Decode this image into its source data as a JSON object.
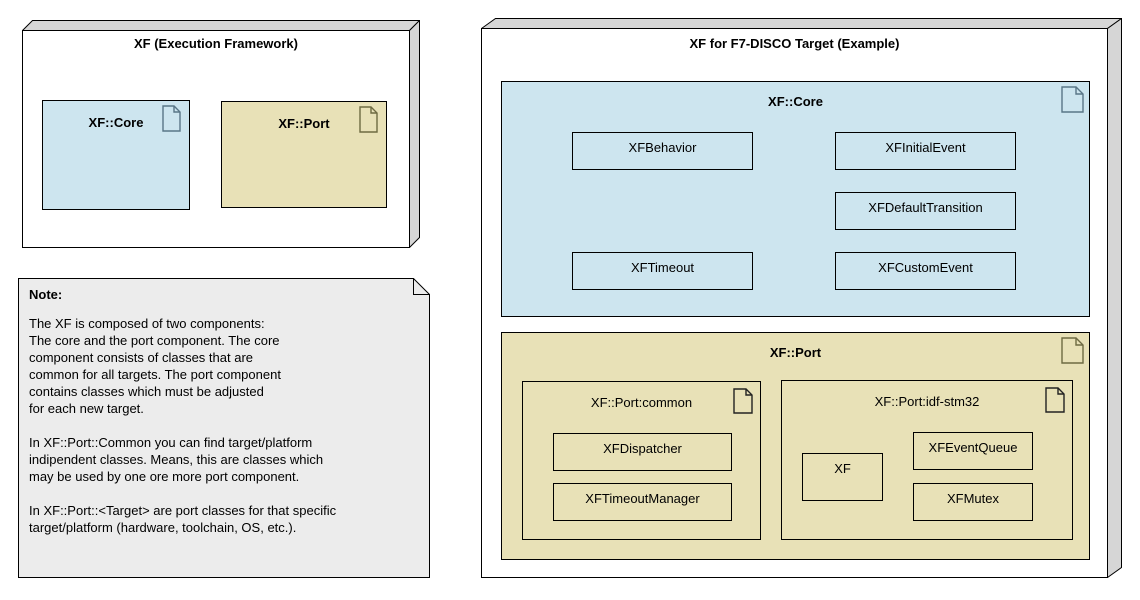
{
  "diagram": {
    "left_node": {
      "title": "XF (Execution Framework)",
      "components": [
        {
          "label": "XF::Core"
        },
        {
          "label": "XF::Port"
        }
      ]
    },
    "note": {
      "heading": "Note:",
      "body": "The XF is composed of two components:\nThe core and the port component. The core\ncomponent consists of classes that are\ncommon for all targets. The port component\ncontains classes which must be adjusted\nfor each new target.\n\nIn XF::Port::Common you can find target/platform\nindipendent classes. Means, this are classes which\nmay be used by one ore more port component.\n\nIn XF::Port::<Target> are port classes for that specific\ntarget/platform (hardware, toolchain, OS, etc.)."
    },
    "right_node": {
      "title": "XF for F7-DISCO Target (Example)",
      "core_package": {
        "title": "XF::Core",
        "classes": [
          "XFBehavior",
          "XFInitialEvent",
          "XFDefaultTransition",
          "XFTimeout",
          "XFCustomEvent"
        ]
      },
      "port_package": {
        "title": "XF::Port",
        "subpackages": [
          {
            "title": "XF::Port:common",
            "classes": [
              "XFDispatcher",
              "XFTimeoutManager"
            ]
          },
          {
            "title": "XF::Port:idf-stm32",
            "classes": [
              "XF",
              "XFEventQueue",
              "XFMutex"
            ]
          }
        ]
      }
    },
    "icons": {
      "package_icon": "note-document-icon"
    },
    "colors": {
      "core_fill": "#cde5ef",
      "port_fill": "#e8e1b7",
      "note_fill": "#ececec",
      "node_side_fill": "#d6d6d6",
      "border": "#000000"
    }
  }
}
